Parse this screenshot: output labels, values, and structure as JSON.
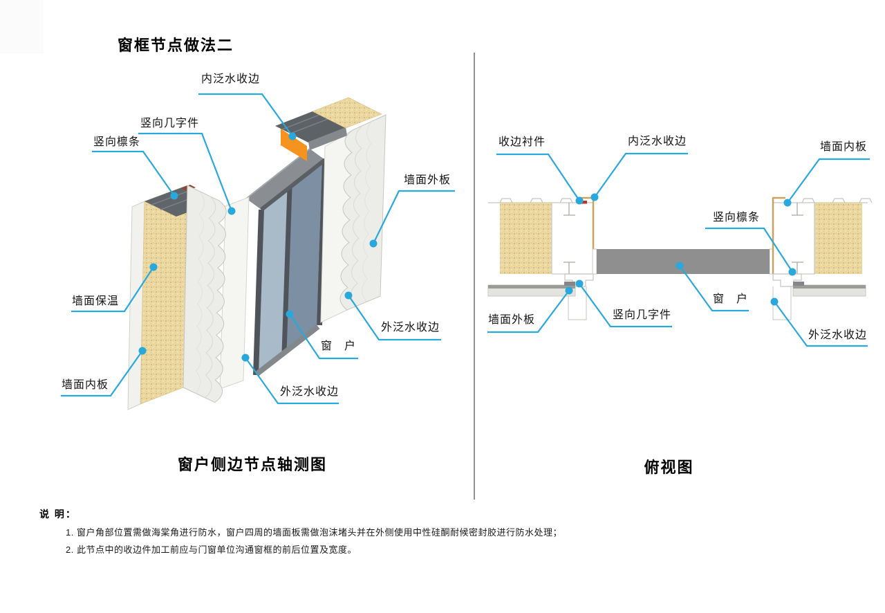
{
  "title": "窗框节点做法二",
  "left_diagram": {
    "caption": "窗户侧边节点轴测图",
    "labels": [
      {
        "id": "inner-flashing",
        "text": "内泛水收边"
      },
      {
        "id": "vertical-hat-channel",
        "text": "竖向几字件"
      },
      {
        "id": "vertical-purlin",
        "text": "竖向檩条"
      },
      {
        "id": "wall-outer-panel",
        "text": "墙面外板"
      },
      {
        "id": "wall-insulation",
        "text": "墙面保温"
      },
      {
        "id": "wall-inner-panel",
        "text": "墙面内板"
      },
      {
        "id": "window",
        "text": "窗　户"
      },
      {
        "id": "outer-flashing-right",
        "text": "外泛水收边"
      },
      {
        "id": "outer-flashing-bottom",
        "text": "外泛水收边"
      }
    ]
  },
  "right_diagram": {
    "caption": "俯视图",
    "labels": [
      {
        "id": "trim-liner",
        "text": "收边衬件"
      },
      {
        "id": "inner-flashing",
        "text": "内泛水收边"
      },
      {
        "id": "wall-inner-panel",
        "text": "墙面内板"
      },
      {
        "id": "vertical-purlin",
        "text": "竖向檩条"
      },
      {
        "id": "wall-outer-panel",
        "text": "墙面外板"
      },
      {
        "id": "vertical-hat-channel",
        "text": "竖向几字件"
      },
      {
        "id": "window",
        "text": "窗　户"
      },
      {
        "id": "outer-flashing",
        "text": "外泛水收边"
      }
    ]
  },
  "notes": {
    "heading": "说 明：",
    "items": [
      "1. 窗户角部位置需做海棠角进行防水，窗户四周的墙面板需做泡沫堵头并在外侧使用中性硅酮耐候密封胶进行防水处理；",
      "2. 此节点中的收边件加工前应与门窗单位沟通窗框的前后位置及宽度。"
    ]
  },
  "colors": {
    "leader": "#29A8DC",
    "orange_flashing": "#F6921E",
    "insulation_tan": "#EBD7A0",
    "window_bar_gray": "#8F8F8F",
    "glass_light": "#A9BAC8",
    "glass_dark": "#7D8FA3",
    "frame_dark": "#4F545A",
    "panel_white": "#ECECE8"
  }
}
